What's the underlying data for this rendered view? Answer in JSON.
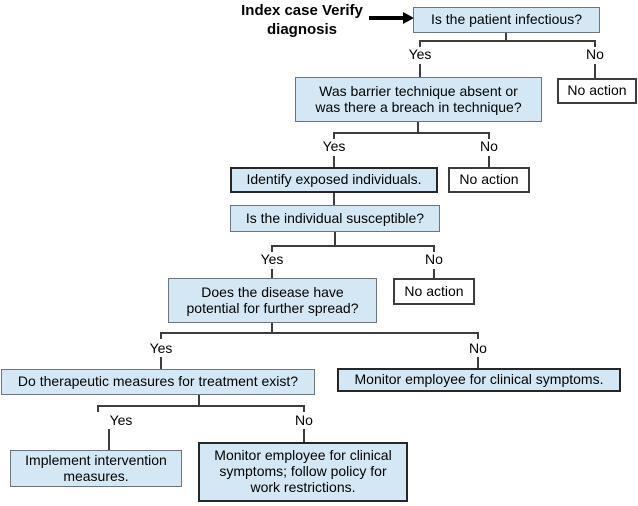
{
  "labels": {
    "yes": "Yes",
    "no": "No",
    "index_case": [
      "Index case",
      "Verify diagnosis"
    ]
  },
  "nodes": {
    "q_infectious": "Is the patient infectious?",
    "q_barrier": [
      "Was barrier technique absent or",
      "was there a breach in technique?"
    ],
    "identify_exposed": "Identify exposed individuals.",
    "q_susceptible": "Is the individual susceptible?",
    "q_spread": [
      "Does the disease have",
      "potential for further spread?"
    ],
    "no_action": "No action",
    "q_therapeutic": "Do therapeutic measures for treatment exist?",
    "monitor_symptoms": "Monitor employee for clinical symptoms.",
    "implement": [
      "Implement intervention",
      "measures."
    ],
    "monitor_restrictions": [
      "Monitor employee for clinical",
      "symptoms; follow policy for",
      "work restrictions."
    ]
  },
  "colors": {
    "node_fill": "#d3e8f4",
    "thin_border": "#6a757d",
    "thick_border": "#272727",
    "no_action_border": "#3c3c3c",
    "connector_line": "#3d3d3d",
    "arrow": "#000000"
  }
}
